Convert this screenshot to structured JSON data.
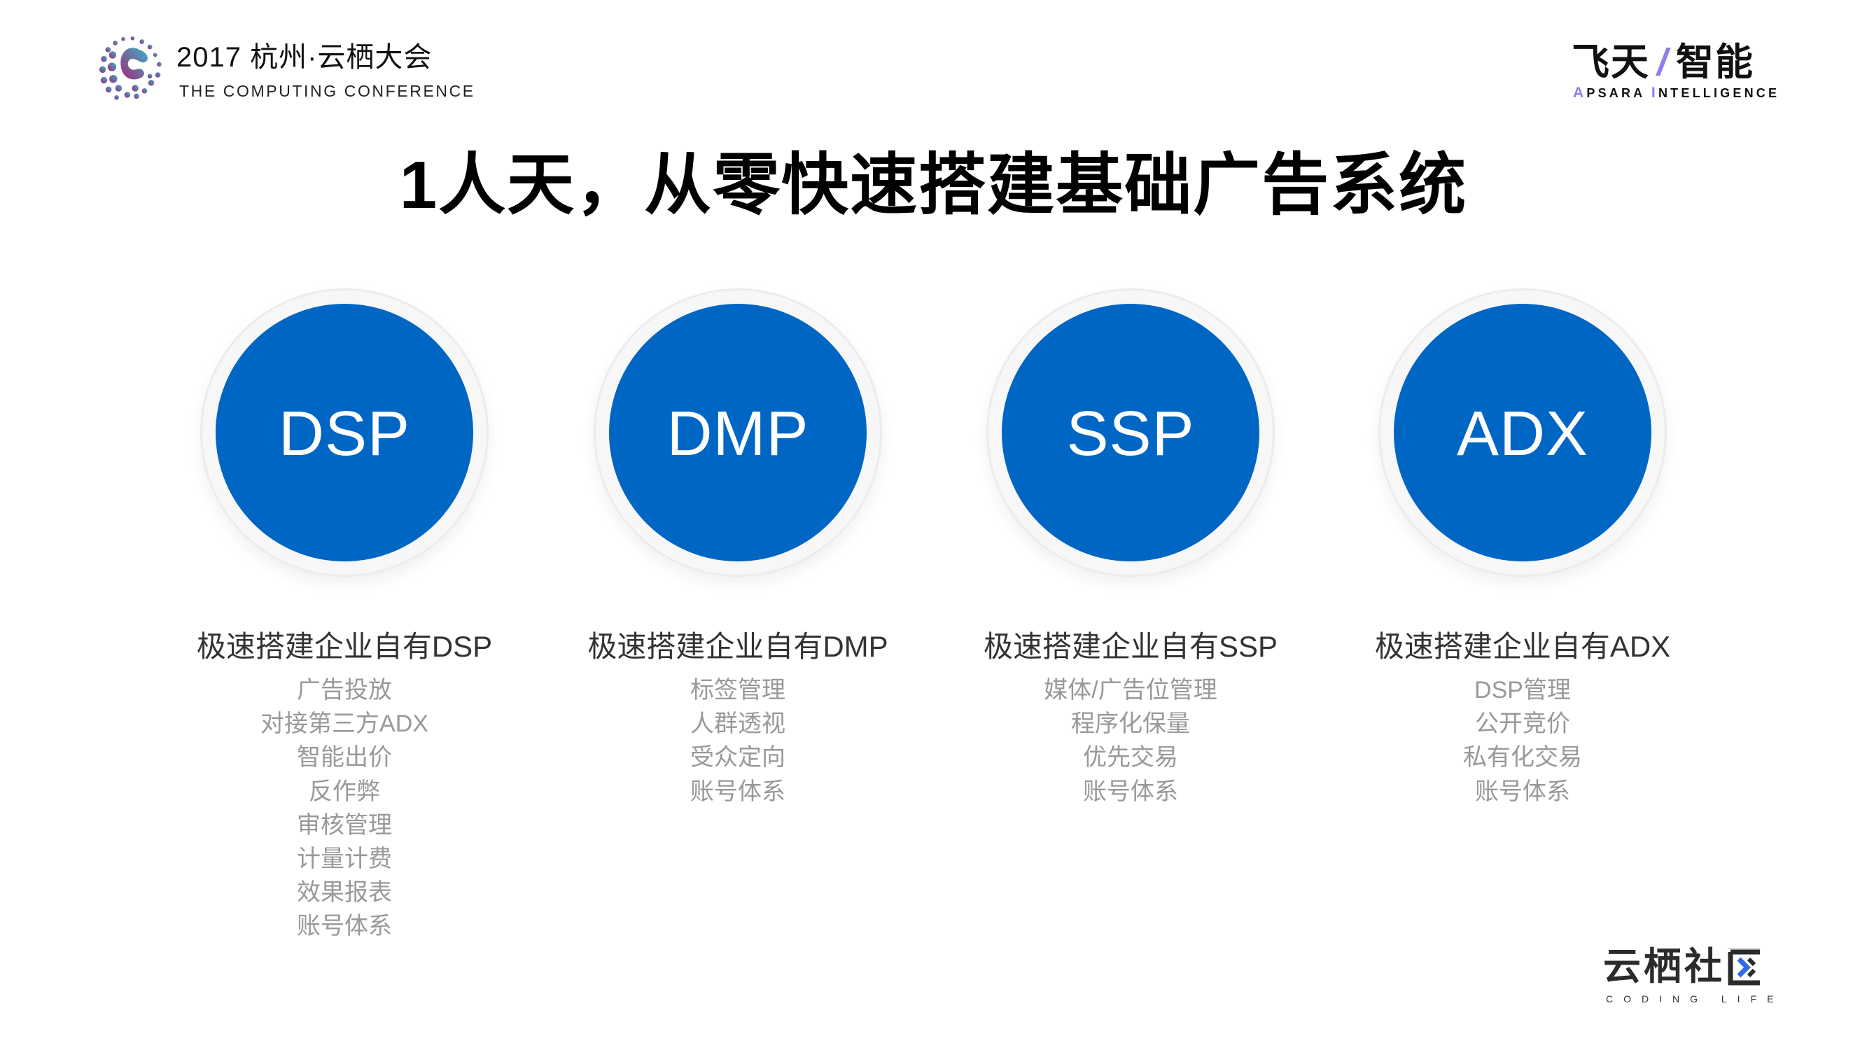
{
  "header": {
    "conference_logo": {
      "title": "2017 杭州·云栖大会",
      "subtitle": "THE COMPUTING CONFERENCE",
      "icon": "conference-dots-c-icon",
      "gradient": [
        "#A1287A",
        "#3AB2C8"
      ]
    },
    "brand_logo": {
      "cn_left": "飞天",
      "slash": "/",
      "cn_right": "智能",
      "en_a": "A",
      "en_rest1": "PSARA ",
      "en_i": "I",
      "en_rest2": "NTELLIGENCE",
      "accent_color": "#8F7FEA"
    }
  },
  "title": "1人天，从零快速搭建基础广告系统",
  "colors": {
    "circle": "#0066C4",
    "heading": "#333333",
    "item": "#999999"
  },
  "columns": [
    {
      "label": "DSP",
      "heading": "极速搭建企业自有DSP",
      "items": [
        "广告投放",
        "对接第三方ADX",
        "智能出价",
        "反作弊",
        "审核管理",
        "计量计费",
        "效果报表",
        "账号体系"
      ]
    },
    {
      "label": "DMP",
      "heading": "极速搭建企业自有DMP",
      "items": [
        "标签管理",
        "人群透视",
        "受众定向",
        "账号体系"
      ]
    },
    {
      "label": "SSP",
      "heading": "极速搭建企业自有SSP",
      "items": [
        "媒体/广告位管理",
        "程序化保量",
        "优先交易",
        "账号体系"
      ]
    },
    {
      "label": "ADX",
      "heading": "极速搭建企业自有ADX",
      "items": [
        "DSP管理",
        "公开竞价",
        "私有化交易",
        "账号体系"
      ]
    }
  ],
  "footer": {
    "community_logo": {
      "cn": "云栖社区",
      "en": "CODING LIFE"
    }
  }
}
